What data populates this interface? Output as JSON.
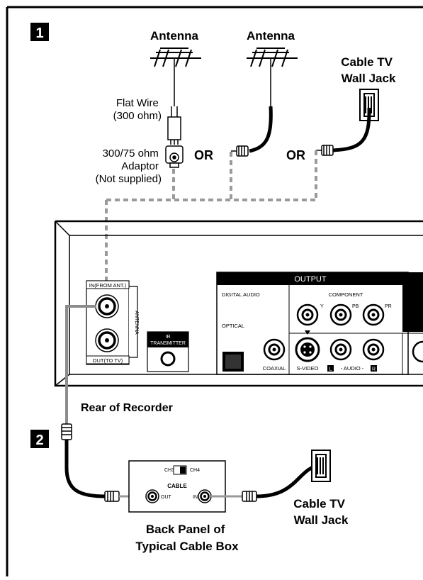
{
  "steps": {
    "one": "1",
    "two": "2"
  },
  "antenna_left": "Antenna",
  "antenna_right": "Antenna",
  "cable_jack_top": [
    "Cable TV",
    "Wall Jack"
  ],
  "flat_wire": [
    "Flat Wire",
    "(300 ohm)"
  ],
  "adaptor": [
    "300/75 ohm",
    "Adaptor",
    "(Not supplied)"
  ],
  "or_1": "OR",
  "or_2": "OR",
  "recorder": {
    "in_label": "IN(FROM ANT.)",
    "out_label": "OUT(TO TV)",
    "antenna_vertical": "ANTENNA",
    "ir_transmitter": [
      "IR",
      "TRANSMITTER"
    ],
    "output_header": "OUTPUT",
    "digital_audio": "DIGITAL AUDIO",
    "optical": "OPTICAL",
    "coaxial": "COAXIAL",
    "component": "COMPONENT",
    "y": "Y",
    "pb": "PB",
    "pr": "PR",
    "s_video": "S-VIDEO",
    "audio_l": "L",
    "audio_mid": "- AUDIO -",
    "audio_r": "R",
    "caption": "Rear of Recorder"
  },
  "cable_box": {
    "ch3": "CH3",
    "ch4": "CH4",
    "cable": "CABLE",
    "out": "OUT",
    "in": "IN",
    "caption": [
      "Back Panel of",
      "Typical Cable Box"
    ]
  },
  "cable_jack_bottom": [
    "Cable TV",
    "Wall Jack"
  ]
}
